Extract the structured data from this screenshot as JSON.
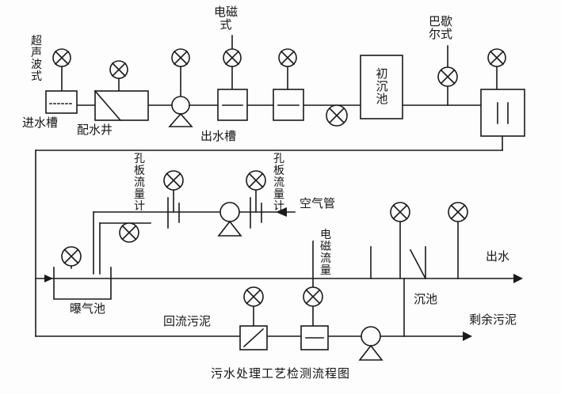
{
  "title": "污水处理工艺检测流程图",
  "colors": {
    "line": "#1a1a1a",
    "background": "#fdfdfd"
  },
  "labels": {
    "ultrasonic": "超声波式",
    "inlet_channel": "进水槽",
    "distribution_well": "配水井",
    "electromagnetic_type": "电磁式",
    "outlet_channel": "出水槽",
    "primary_tank": "初沉池",
    "parshall_type": "巴歇尔式",
    "orifice_meter_1": "孔板流量计",
    "orifice_meter_2": "孔板流量计",
    "air_pipe": "空气管",
    "em_flow": "电磁流量",
    "aeration_tank": "曝气池",
    "return_sludge": "回流污泥",
    "secondary_tank": "沉池",
    "effluent": "出水",
    "excess_sludge": "剩余污泥"
  }
}
